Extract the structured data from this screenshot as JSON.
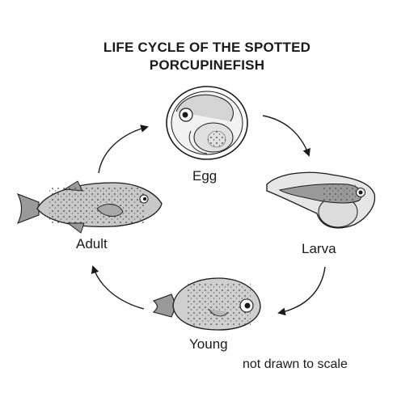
{
  "title": {
    "line1": "LIFE CYCLE OF THE SPOTTED",
    "line2": "PORCUPINEFISH"
  },
  "stages": {
    "egg": "Egg",
    "larva": "Larva",
    "young": "Young",
    "adult": "Adult"
  },
  "note": "not drawn to scale",
  "colors": {
    "ink": "#1a1a1a",
    "fish_fill": "#c8c8c8",
    "light_fill": "#e6e6e6"
  }
}
